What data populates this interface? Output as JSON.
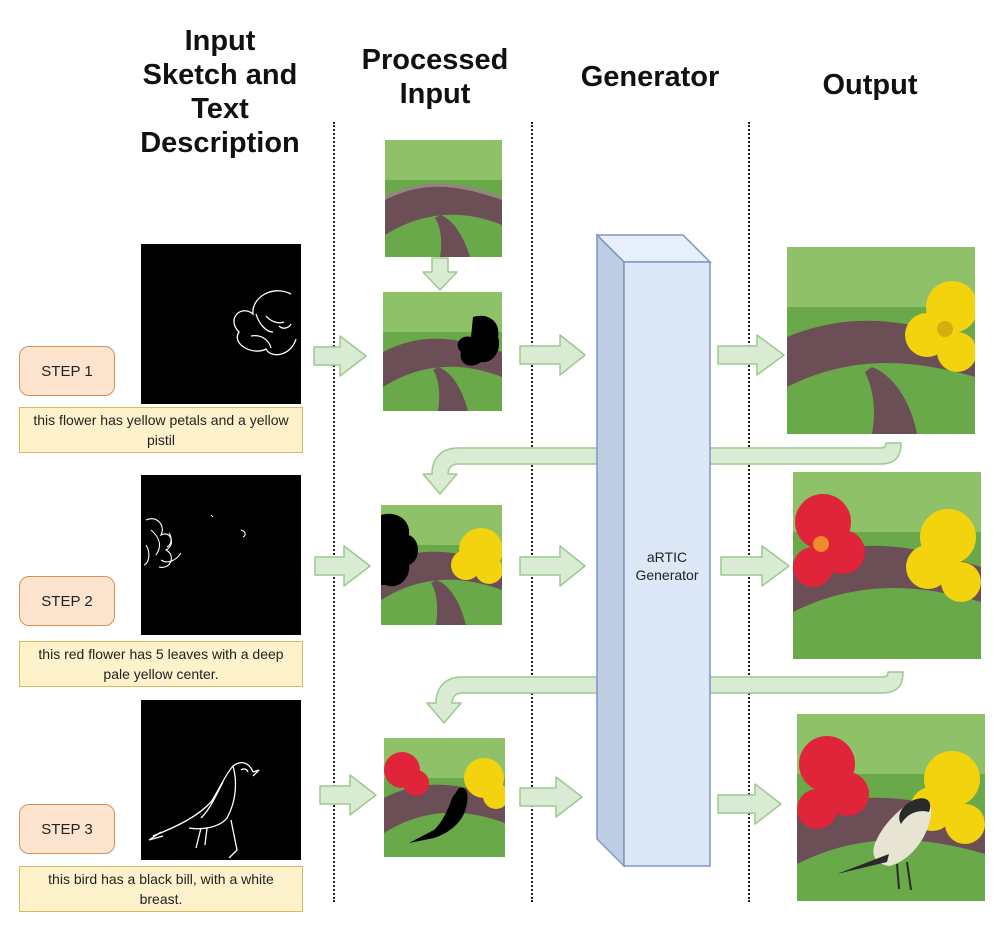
{
  "columns": {
    "input": "Input\nSketch and\nText\nDescription",
    "processed": "Processed\nInput",
    "generator": "Generator",
    "output": "Output"
  },
  "steps": [
    {
      "label": "STEP 1",
      "caption": "this flower has yellow petals and a yellow pistil"
    },
    {
      "label": "STEP 2",
      "caption": "this red flower has 5 leaves with a deep pale yellow center."
    },
    {
      "label": "STEP 3",
      "caption": "this bird has a black bill, with a white breast."
    }
  ],
  "generator_box": {
    "label": "aRTIC\nGenerator"
  },
  "colors": {
    "arrow_fill": "#d9ecd3",
    "arrow_stroke": "#9cc98f",
    "generator_front": "#dce8f8",
    "generator_side": "#bfcde4",
    "generator_stroke": "#7f96c4"
  }
}
